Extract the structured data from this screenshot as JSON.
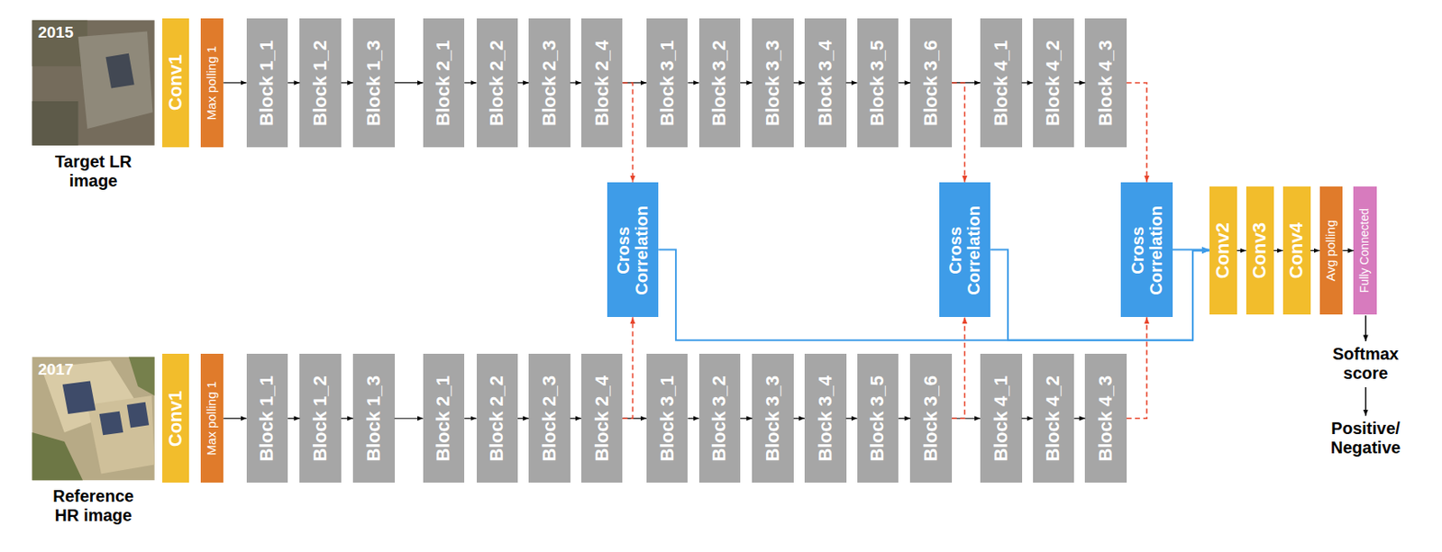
{
  "diagram": {
    "nodes": [
      {
        "text": [
          "2015",
          "Target LR image"
        ]
      },
      {
        "text": [
          "Conv1"
        ]
      },
      {
        "text": [
          "Max polling 1"
        ]
      },
      {
        "text": [
          "Block 1_1"
        ]
      },
      {
        "text": [
          "Block 1_2"
        ]
      },
      {
        "text": [
          "Block 1_3"
        ]
      },
      {
        "text": [
          "Block 2_1"
        ]
      },
      {
        "text": [
          "Block 2_2"
        ]
      },
      {
        "text": [
          "Block 2_3"
        ]
      },
      {
        "text": [
          "Block 2_4"
        ]
      },
      {
        "text": [
          "Block 3_1"
        ]
      },
      {
        "text": [
          "Block 3_2"
        ]
      },
      {
        "text": [
          "Block 3_3"
        ]
      },
      {
        "text": [
          "Block 3_4"
        ]
      },
      {
        "text": [
          "Block 3_5"
        ]
      },
      {
        "text": [
          "Block 3_6"
        ]
      },
      {
        "text": [
          "Block 4_1"
        ]
      },
      {
        "text": [
          "Block 4_2"
        ]
      },
      {
        "text": [
          "Block 4_3"
        ]
      },
      {
        "text": [
          "Cross Correlation"
        ]
      },
      {
        "text": [
          "Cross Correlation"
        ]
      },
      {
        "text": [
          "Cross Correlation"
        ]
      },
      {
        "text": [
          "Conv2"
        ]
      },
      {
        "text": [
          "Conv3"
        ]
      },
      {
        "text": [
          "Conv4"
        ]
      },
      {
        "text": [
          "Avg polling"
        ]
      },
      {
        "text": [
          "Fully Connected"
        ]
      },
      {
        "text": [
          "2017",
          "Reference HR image"
        ]
      },
      {
        "text": [
          "Conv1"
        ]
      },
      {
        "text": [
          "Max polling 1"
        ]
      },
      {
        "text": [
          "Block 1_1"
        ]
      },
      {
        "text": [
          "Block 1_2"
        ]
      },
      {
        "text": [
          "Block 1_3"
        ]
      },
      {
        "text": [
          "Block 2_1"
        ]
      },
      {
        "text": [
          "Block 2_2"
        ]
      },
      {
        "text": [
          "Block 2_3"
        ]
      },
      {
        "text": [
          "Block 2_4"
        ]
      },
      {
        "text": [
          "Block 3_1"
        ]
      },
      {
        "text": [
          "Block 3_2"
        ]
      },
      {
        "text": [
          "Block 3_3"
        ]
      },
      {
        "text": [
          "Block 3_4"
        ]
      },
      {
        "text": [
          "Block 3_5"
        ]
      },
      {
        "text": [
          "Block 3_6"
        ]
      },
      {
        "text": [
          "Block 4_1"
        ]
      },
      {
        "text": [
          "Block 4_2"
        ]
      },
      {
        "text": [
          "Block 4_3"
        ]
      }
    ],
    "edges": [
      {
        "from": 2,
        "to": 3,
        "arrow": "to"
      },
      {
        "from": 3,
        "to": 4,
        "arrow": "to"
      },
      {
        "from": 4,
        "to": 5,
        "arrow": "to"
      },
      {
        "from": 5,
        "to": 6,
        "arrow": "to"
      },
      {
        "from": 6,
        "to": 7,
        "arrow": "to"
      },
      {
        "from": 7,
        "to": 8,
        "arrow": "to"
      },
      {
        "from": 8,
        "to": 9,
        "arrow": "to"
      },
      {
        "from": 9,
        "to": 10,
        "arrow": "to"
      },
      {
        "from": 10,
        "to": 11,
        "arrow": "to"
      },
      {
        "from": 11,
        "to": 12,
        "arrow": "to"
      },
      {
        "from": 12,
        "to": 13,
        "arrow": "to"
      },
      {
        "from": 13,
        "to": 14,
        "arrow": "to"
      },
      {
        "from": 14,
        "to": 15,
        "arrow": "to"
      },
      {
        "from": 15,
        "to": 16,
        "arrow": "to"
      },
      {
        "from": 16,
        "to": 17,
        "arrow": "to"
      },
      {
        "from": 17,
        "to": 18,
        "arrow": "to"
      },
      {
        "from": 29,
        "to": 30,
        "arrow": "to"
      },
      {
        "from": 30,
        "to": 31,
        "arrow": "to"
      },
      {
        "from": 31,
        "to": 32,
        "arrow": "to"
      },
      {
        "from": 32,
        "to": 33,
        "arrow": "to"
      },
      {
        "from": 33,
        "to": 34,
        "arrow": "to"
      },
      {
        "from": 34,
        "to": 35,
        "arrow": "to"
      },
      {
        "from": 35,
        "to": 36,
        "arrow": "to"
      },
      {
        "from": 36,
        "to": 37,
        "arrow": "to"
      },
      {
        "from": 37,
        "to": 38,
        "arrow": "to"
      },
      {
        "from": 38,
        "to": 39,
        "arrow": "to"
      },
      {
        "from": 39,
        "to": 40,
        "arrow": "to"
      },
      {
        "from": 40,
        "to": 41,
        "arrow": "to"
      },
      {
        "from": 41,
        "to": 42,
        "arrow": "to"
      },
      {
        "from": 42,
        "to": 43,
        "arrow": "to"
      },
      {
        "from": 43,
        "to": 44,
        "arrow": "to"
      },
      {
        "from": 44,
        "to": 45,
        "arrow": "to"
      },
      {
        "from": 9,
        "to": 19,
        "arrow": "to"
      },
      {
        "from": 36,
        "to": 19,
        "arrow": "to"
      },
      {
        "from": 15,
        "to": 20,
        "arrow": "to"
      },
      {
        "from": 42,
        "to": 20,
        "arrow": "to"
      },
      {
        "from": 18,
        "to": 21,
        "arrow": "to"
      },
      {
        "from": 45,
        "to": 21,
        "arrow": "to"
      },
      {
        "from": 19,
        "to": 22,
        "arrow": "to"
      },
      {
        "from": 20,
        "to": 22,
        "arrow": "to"
      },
      {
        "from": 21,
        "to": 22,
        "arrow": "to"
      },
      {
        "from": 22,
        "to": 23,
        "arrow": "to"
      },
      {
        "from": 23,
        "to": 24,
        "arrow": "to"
      },
      {
        "from": 24,
        "to": 25,
        "arrow": "to"
      },
      {
        "from": 25,
        "to": 26,
        "arrow": "to"
      }
    ],
    "labels": [
      "Softmax score",
      "Positive/ Negative"
    ]
  }
}
